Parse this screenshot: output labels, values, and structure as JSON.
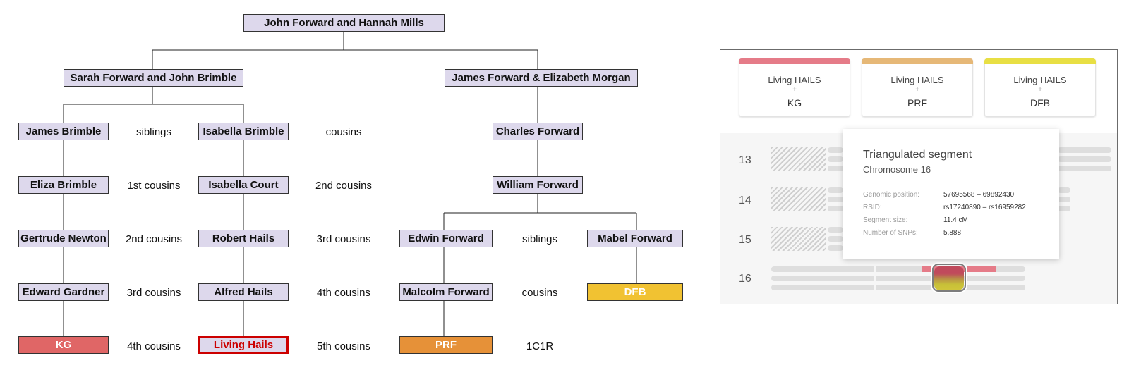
{
  "tree": {
    "root": "John Forward and Hannah Mills",
    "left_couple": "Sarah Forward and John Brimble",
    "right_couple": "James Forward & Elizabeth Morgan",
    "col_a": [
      "James Brimble",
      "Eliza Brimble",
      "Gertrude Newton",
      "Edward Gardner",
      "KG"
    ],
    "col_b": [
      "Isabella Brimble",
      "Isabella Court",
      "Robert Hails",
      "Alfred Hails",
      "Living Hails"
    ],
    "right_chain": [
      "Charles Forward",
      "William Forward"
    ],
    "col_c": [
      "Edwin Forward",
      "Malcolm Forward",
      "PRF"
    ],
    "col_d": [
      "Mabel Forward",
      "DFB"
    ],
    "rel_ab": [
      "siblings",
      "1st cousins",
      "2nd cousins",
      "3rd cousins",
      "4th cousins"
    ],
    "rel_bc": [
      "cousins",
      "2nd cousins",
      "3rd cousins",
      "4th cousins",
      "5th cousins"
    ],
    "rel_cd": [
      "siblings",
      "cousins",
      "1C1R"
    ],
    "colors": {
      "node": "#ddd8ec",
      "kg": "#e06666",
      "living_hails_text": "#cc0000",
      "prf": "#e69138",
      "dfb": "#f1c232"
    }
  },
  "panel": {
    "cards": [
      {
        "line1": "Living HAILS",
        "plus": "+",
        "line2": "KG",
        "color": "#e57b88"
      },
      {
        "line1": "Living HAILS",
        "plus": "+",
        "line2": "PRF",
        "color": "#e6b877"
      },
      {
        "line1": "Living HAILS",
        "plus": "+",
        "line2": "DFB",
        "color": "#e8df44"
      }
    ],
    "chromosomes": [
      "13",
      "14",
      "15",
      "16"
    ],
    "popup": {
      "title": "Triangulated segment",
      "subtitle": "Chromosome 16",
      "rows": [
        {
          "label": "Genomic position:",
          "value": "57695568 – 69892430"
        },
        {
          "label": "RSID:",
          "value": "rs17240890 – rs16959282"
        },
        {
          "label": "Segment size:",
          "value": "11.4 cM"
        },
        {
          "label": "Number of SNPs:",
          "value": "5,888"
        }
      ]
    }
  }
}
